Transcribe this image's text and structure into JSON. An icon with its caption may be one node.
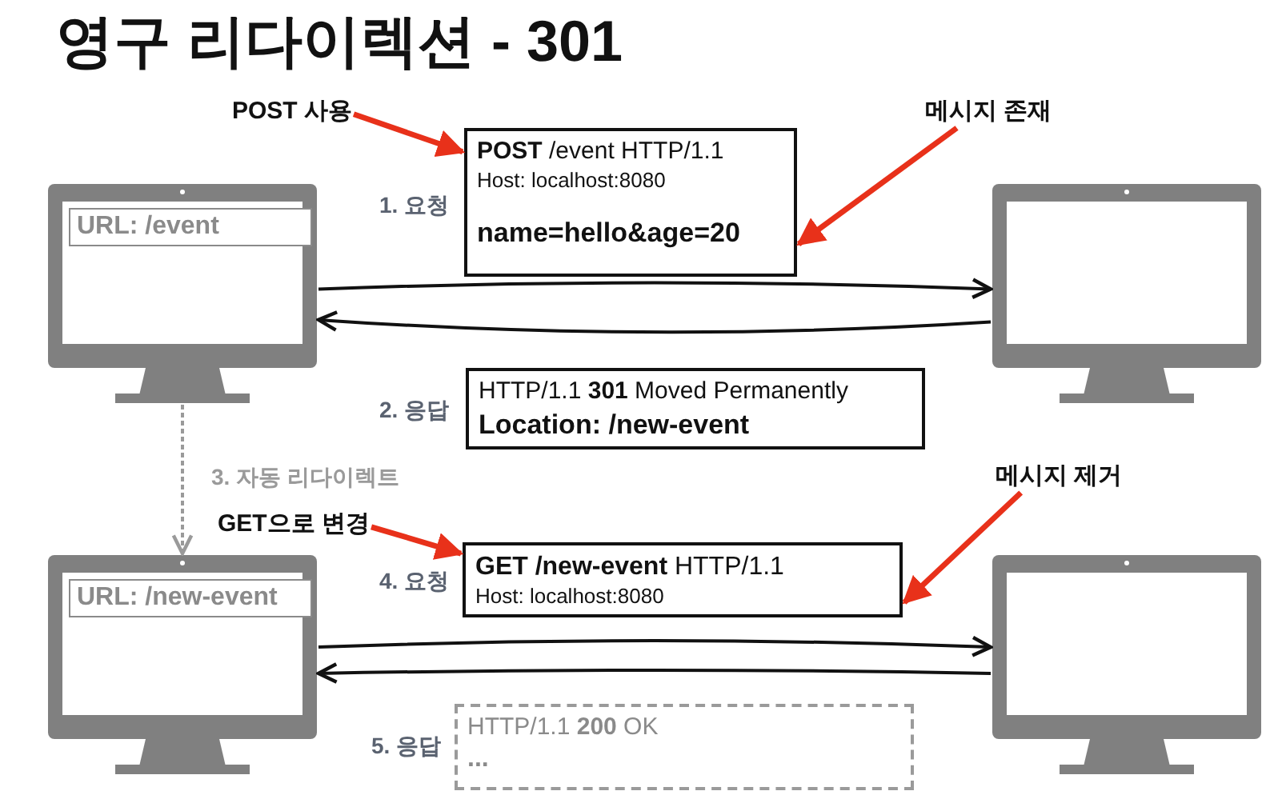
{
  "diagram": {
    "title": "영구 리다이렉션 - 301",
    "nodes": [
      {
        "text": [
          "URL: /event"
        ]
      },
      {
        "text": [],
        "shape": "monitor"
      },
      {
        "text": [
          "**POST** /event HTTP/1.1",
          "Host: localhost:8080",
          "name=hello&age=20"
        ],
        "beside": [
          "1. 요청"
        ]
      },
      {
        "text": [
          "HTTP/1.1 **301** Moved Permanently",
          "Location: /new-event"
        ],
        "beside": [
          "2. 응답"
        ]
      },
      {
        "text": [
          "URL: /new-event"
        ]
      },
      {
        "text": [],
        "shape": "monitor"
      },
      {
        "text": [
          "**GET /new-event** HTTP/1.1",
          "Host: localhost:8080"
        ],
        "beside": [
          "4. 요청"
        ]
      },
      {
        "text": [
          "HTTP/1.1 **200** OK",
          "..."
        ],
        "beside": [
          "5. 응답"
        ]
      },
      {
        "text": [
          "POST 사용"
        ]
      },
      {
        "text": [
          "메시지 존재"
        ]
      },
      {
        "text": [
          "GET으로 변경"
        ]
      },
      {
        "text": [
          "메시지 제거"
        ]
      }
    ],
    "edges": [
      {
        "from": 0,
        "to": 1,
        "arrow": "to"
      },
      {
        "from": 1,
        "to": 0,
        "arrow": "to"
      },
      {
        "from": 0,
        "to": 4,
        "arrow": "to",
        "label": "3. 자동 리다이렉트",
        "style": "dashed",
        "color": "#9a9a9a"
      },
      {
        "from": 4,
        "to": 5,
        "arrow": "to"
      },
      {
        "from": 5,
        "to": 4,
        "arrow": "to"
      },
      {
        "from": 8,
        "to": 2,
        "arrow": "to",
        "color": "#e8311a"
      },
      {
        "from": 9,
        "to": 2,
        "arrow": "to",
        "color": "#e8311a"
      },
      {
        "from": 10,
        "to": 6,
        "arrow": "to",
        "color": "#e8311a"
      },
      {
        "from": 11,
        "to": 6,
        "arrow": "to",
        "color": "#e8311a"
      }
    ]
  }
}
